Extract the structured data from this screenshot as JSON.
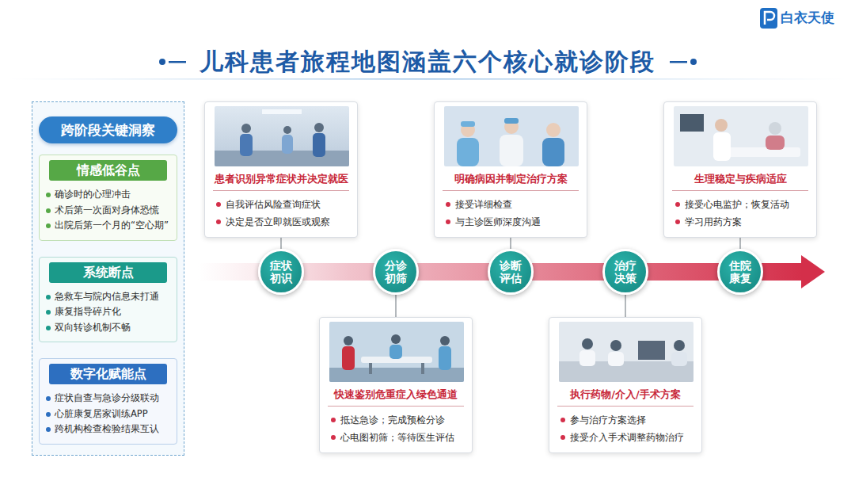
{
  "diagram": {
    "title": "儿科患者旅程地图涵盖六个核心就诊阶段",
    "nodes": [
      {
        "text": [
          "跨阶段关键洞察"
        ]
      },
      {
        "text": [
          "情感低谷点",
          "确诊时的心理冲击",
          "术后第一次面对身体恐慌",
          "出院后第一个月的“空心期”"
        ],
        "in": 0
      },
      {
        "text": [
          "系统断点",
          "急救车与院内信息未打通",
          "康复指导碎片化",
          "双向转诊机制不畅"
        ],
        "in": 0
      },
      {
        "text": [
          "数字化赋能点",
          "症状自查与急诊分级联动",
          "心脏康复居家训练APP",
          "跨机构检查检验结果互认"
        ],
        "in": 0
      },
      {
        "text": [
          "患者识别异常症状并决定就医",
          "自我评估风险查询症状",
          "决定是否立即就医或观察"
        ]
      },
      {
        "text": [
          "症状 初识"
        ]
      },
      {
        "text": [
          "快速鉴别危重症入绿色通道",
          "抵达急诊；完成预检分诊",
          "心电图初筛；等待医生评估"
        ]
      },
      {
        "text": [
          "分诊 初筛"
        ]
      },
      {
        "text": [
          "明确病因并制定治疗方案",
          "接受详细检查",
          "与主诊医师深度沟通"
        ]
      },
      {
        "text": [
          "诊断 评估"
        ]
      },
      {
        "text": [
          "执行药物/介入/手术方案",
          "参与治疗方案选择",
          "接受介入手术调整药物治疗"
        ]
      },
      {
        "text": [
          "治疗 决策"
        ]
      },
      {
        "text": [
          "生理稳定与疾病适应",
          "接受心电监护；恢复活动",
          "学习用药方案"
        ]
      },
      {
        "text": [
          "住院 康复"
        ]
      }
    ],
    "edges": [
      {
        "from": 4,
        "to": 5,
        "arrow": "none"
      },
      {
        "from": 6,
        "to": 7,
        "arrow": "none"
      },
      {
        "from": 8,
        "to": 9,
        "arrow": "none"
      },
      {
        "from": 10,
        "to": 11,
        "arrow": "none"
      },
      {
        "from": 12,
        "to": 13,
        "arrow": "none"
      }
    ],
    "labels": [
      "白衣天使"
    ]
  }
}
